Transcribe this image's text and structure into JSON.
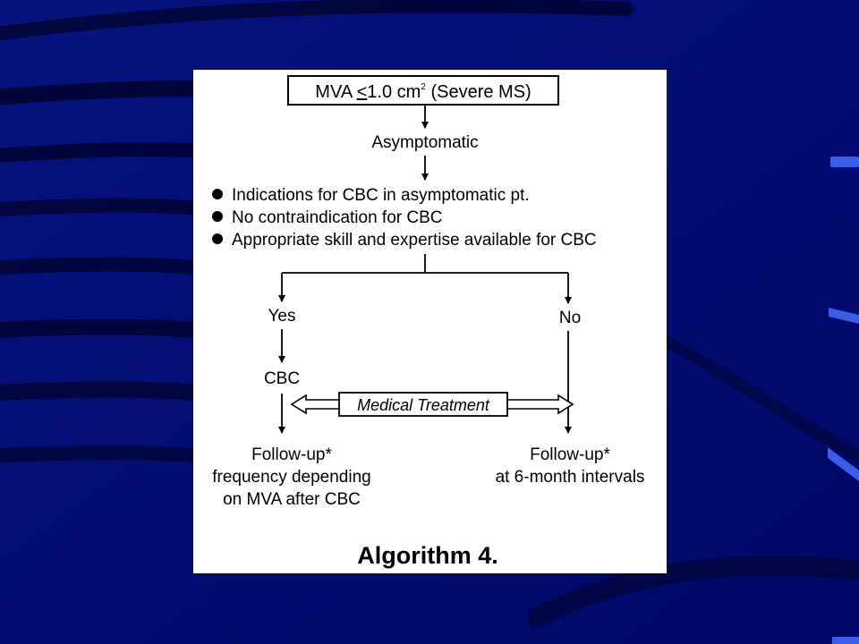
{
  "slide": {
    "background_color": "#020a78",
    "accent_color": "#3a5ee8"
  },
  "diagram": {
    "top_box": {
      "prefix": "MVA ",
      "lte_symbol": "<",
      "value": "1.0 cm",
      "superscript": "2",
      "suffix": " (Severe MS)"
    },
    "asymptomatic": "Asymptomatic",
    "criteria": [
      "Indications for CBC in asymptomatic pt.",
      "No contraindication for CBC",
      "Appropriate skill and expertise available for CBC"
    ],
    "yes_label": "Yes",
    "no_label": "No",
    "cbc_label": "CBC",
    "medical_treatment": "Medical Treatment",
    "left_outcome": [
      "Follow-up*",
      "frequency depending",
      "on MVA after CBC"
    ],
    "right_outcome": [
      "Follow-up*",
      "at 6-month intervals"
    ],
    "caption": "Algorithm 4."
  }
}
